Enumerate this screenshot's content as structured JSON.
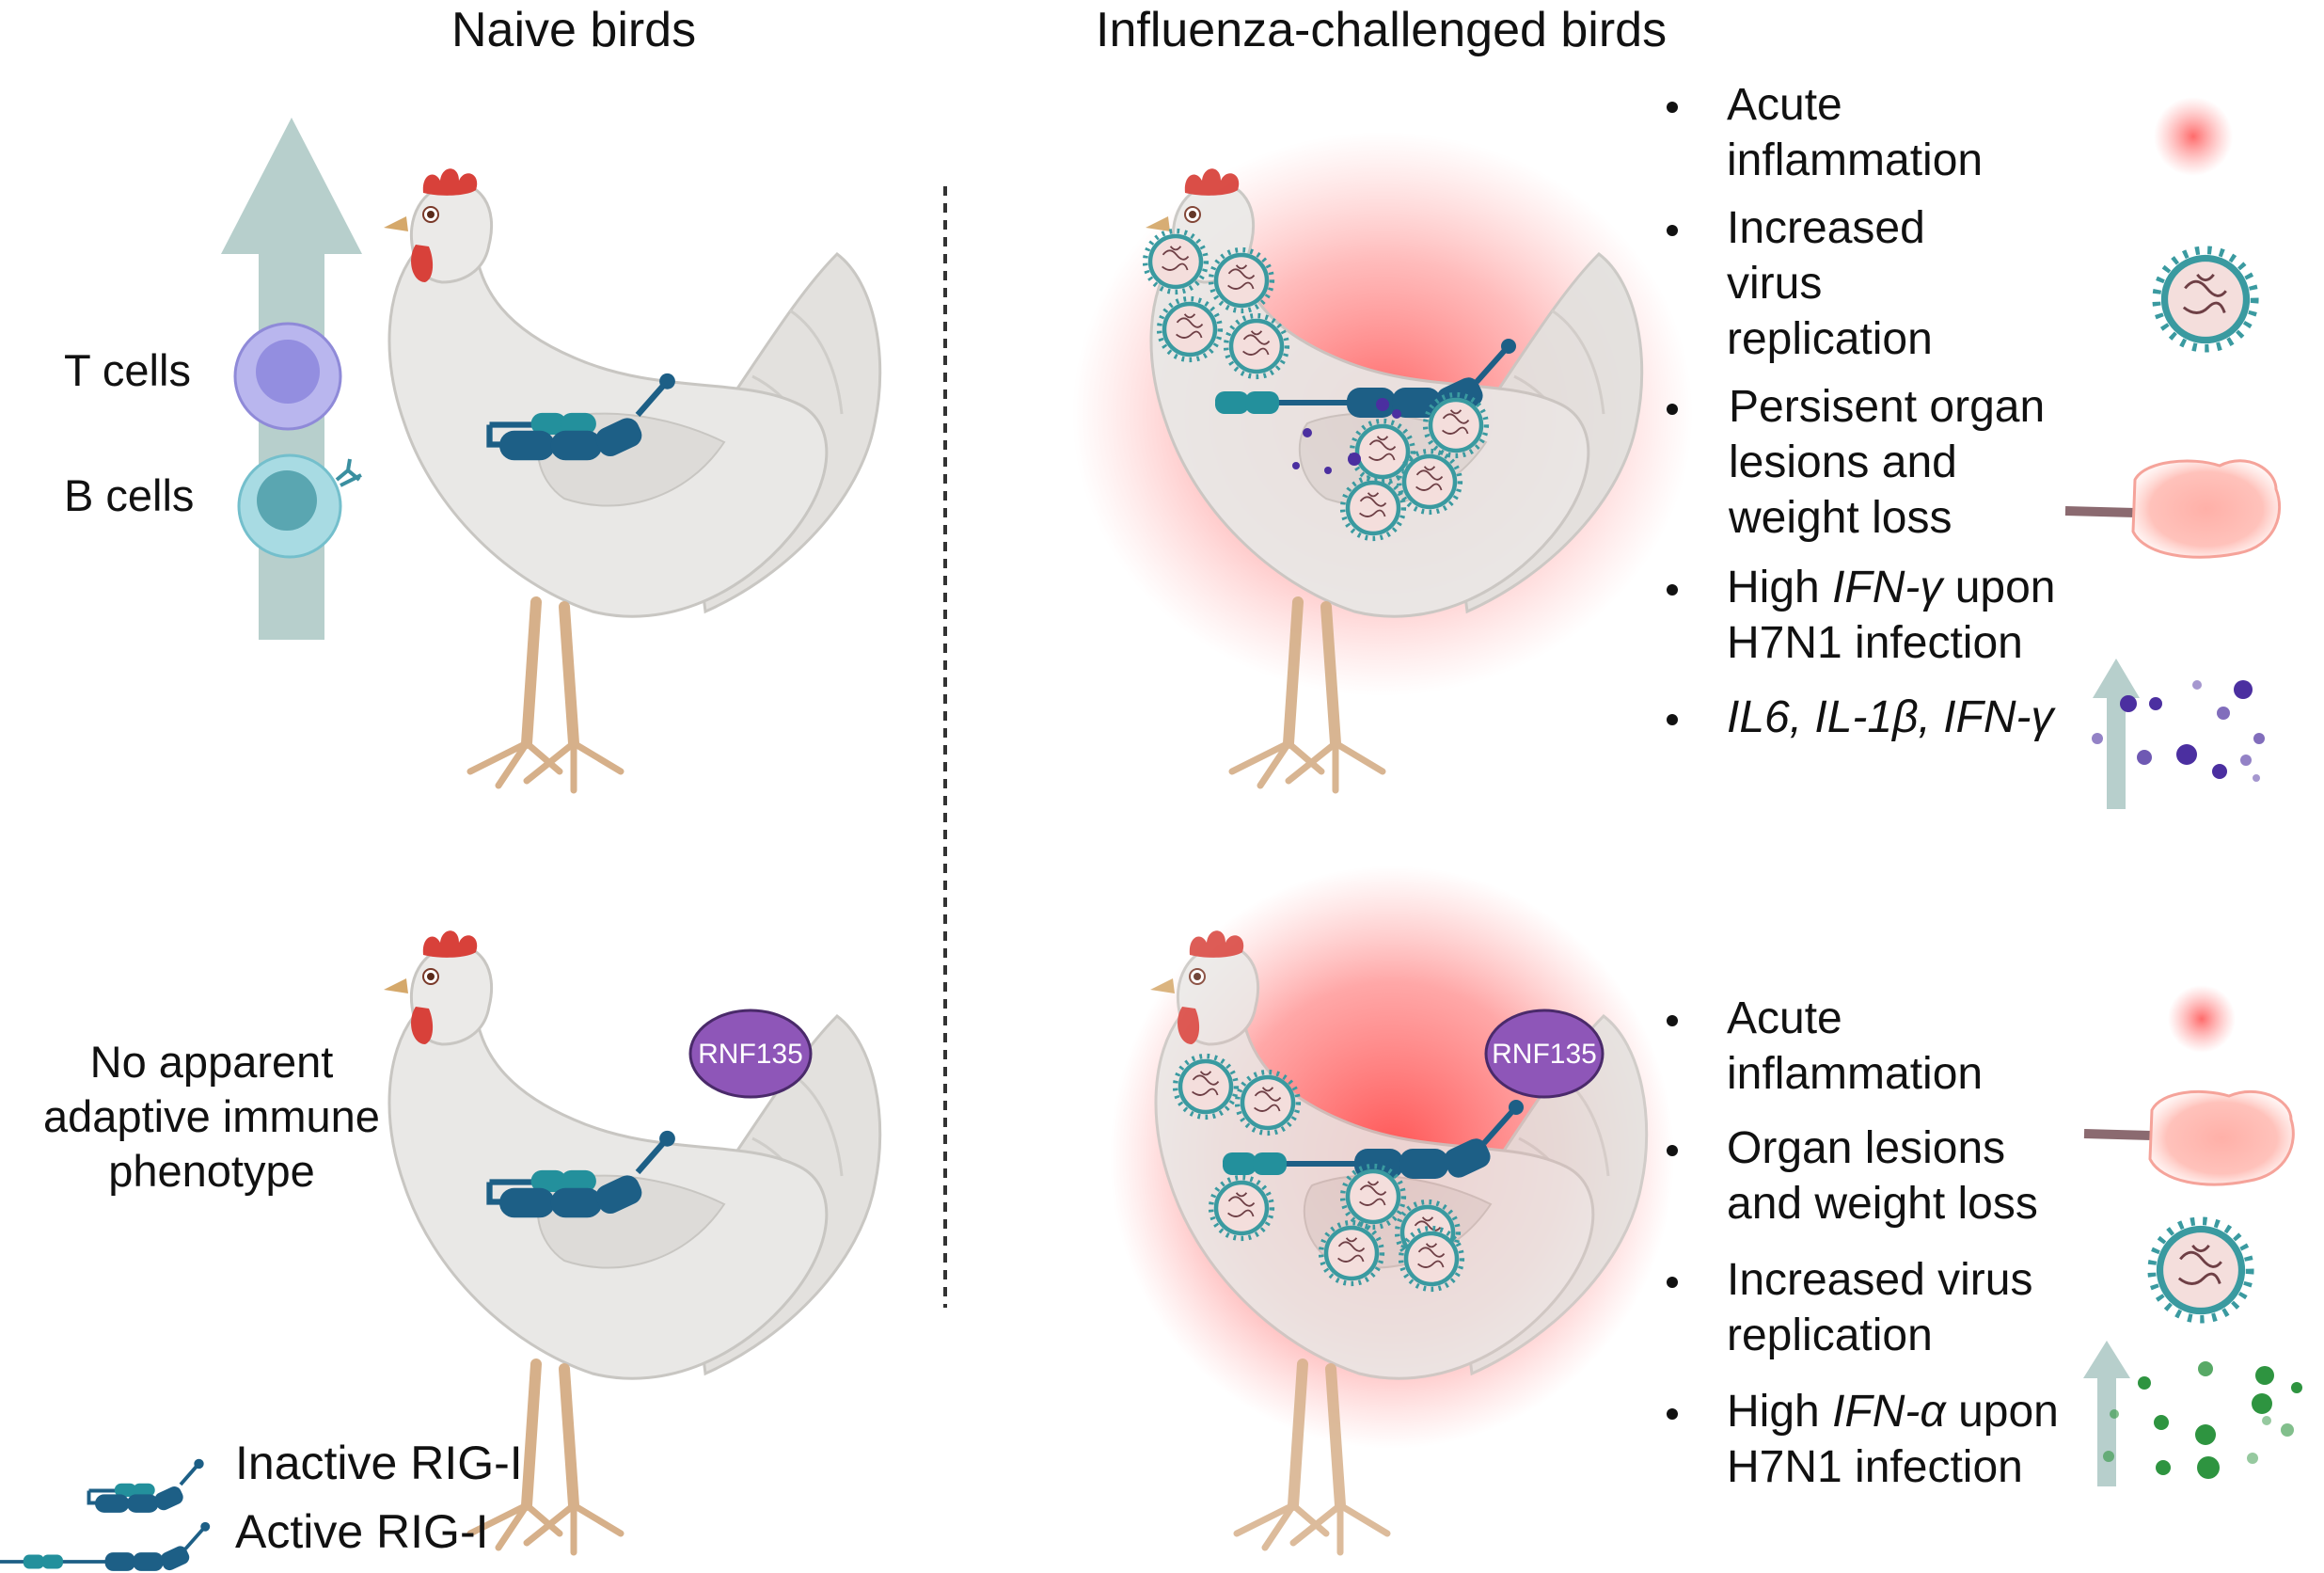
{
  "headers": {
    "naive": "Naive birds",
    "challenged": "Influenza-challenged birds"
  },
  "naive_panel": {
    "t_cells": "T cells",
    "b_cells": "B cells",
    "phenotype_line1": "No apparent",
    "phenotype_line2": "adaptive immune",
    "phenotype_line3": "phenotype",
    "rnf135_label": "RNF135"
  },
  "challenged_top": {
    "items": [
      {
        "line1": "Acute",
        "line2": "inflammation"
      },
      {
        "line1": "Increased",
        "line2": "virus",
        "line3": "replication"
      },
      {
        "line1": "Persisent organ",
        "line2": "lesions and",
        "line3": "weight loss"
      },
      {
        "pre": "High ",
        "italic": "IFN-γ",
        "post": " upon",
        "line2": "H7N1 infection"
      },
      {
        "italic": "IL6, IL-1β, IFN-γ"
      }
    ]
  },
  "challenged_bottom": {
    "rnf135_label": "RNF135",
    "items": [
      {
        "line1": "Acute",
        "line2": "inflammation"
      },
      {
        "line1": "Organ lesions",
        "line2": "and weight loss"
      },
      {
        "line1": "Increased virus",
        "line2": "replication"
      },
      {
        "pre": "High ",
        "italic": "IFN-α",
        "post": " upon",
        "line2": "H7N1 infection"
      }
    ]
  },
  "legend": {
    "inactive": "Inactive RIG-I",
    "active": "Active RIG-I"
  },
  "colors": {
    "rig_dark": "#1d5f86",
    "rig_teal": "#23909c",
    "rnf135": "#8e56b8",
    "inflammation": "#ff5a5a",
    "virus_teal": "#3a9aa0",
    "arrow": "#b7cfcc",
    "t_cell": "#a9a6e8",
    "b_cell": "#8fcfd9"
  }
}
